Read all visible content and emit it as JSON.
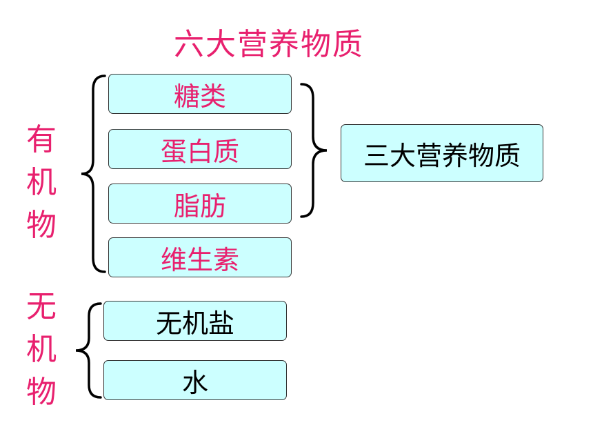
{
  "title": "六大营养物质",
  "organic": {
    "label": [
      "有",
      "机",
      "物"
    ],
    "items": [
      "糖类",
      "蛋白质",
      "脂肪",
      "维生素"
    ]
  },
  "inorganic": {
    "label": [
      "无",
      "机",
      "物"
    ],
    "items": [
      "无机盐",
      "水"
    ]
  },
  "group": {
    "label": "三大营养物质"
  },
  "colors": {
    "accent": "#e8206e",
    "box_fill": "#ccffff",
    "text_dark": "#000000"
  }
}
